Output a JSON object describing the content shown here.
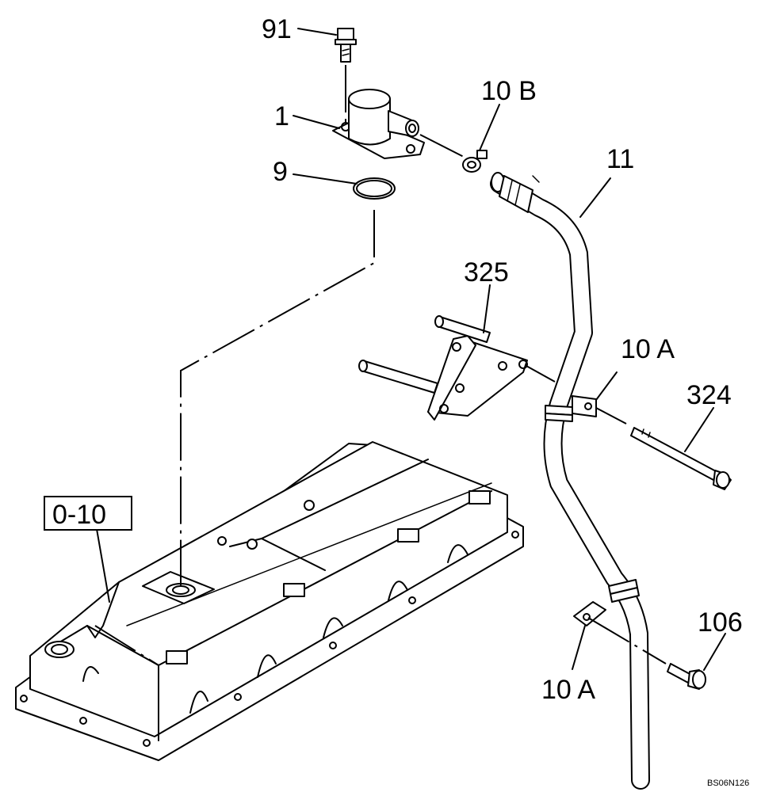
{
  "labels": {
    "p91": "91",
    "p1": "1",
    "p9": "9",
    "p10b": "10 B",
    "p11": "11",
    "p325": "325",
    "p10a_upper": "10 A",
    "p324": "324",
    "p0_10": "0-10",
    "p106": "106",
    "p10a_lower": "10 A"
  },
  "drawing_code": "BS06N126"
}
